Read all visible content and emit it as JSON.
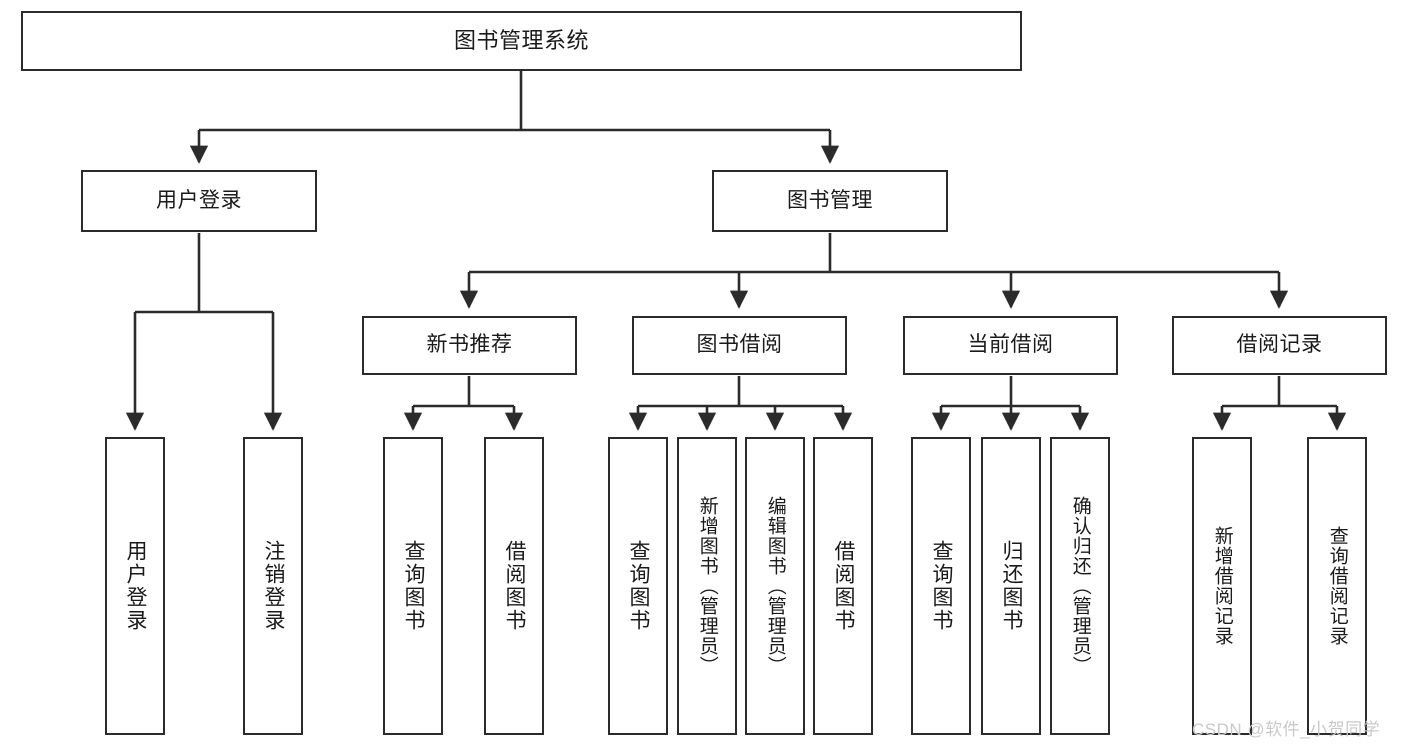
{
  "diagram": {
    "type": "tree",
    "title": "图书管理系统",
    "orientation": "top-down",
    "colors": {
      "box_border": "#2b2b2b",
      "box_fill": "#ffffff",
      "connector": "#2b2b2b",
      "text": "#1a1a1a",
      "watermark": "#c9c9c9",
      "background": "#ffffff"
    }
  },
  "nodes": {
    "root": {
      "label": "图书管理系统",
      "level": 1
    },
    "level2": [
      {
        "id": "user-login",
        "label": "用户登录"
      },
      {
        "id": "book-manage",
        "label": "图书管理"
      }
    ],
    "level3": [
      {
        "id": "new-book-recommend",
        "label": "新书推荐",
        "parent": "book-manage"
      },
      {
        "id": "book-borrow",
        "label": "图书借阅",
        "parent": "book-manage"
      },
      {
        "id": "current-borrow",
        "label": "当前借阅",
        "parent": "book-manage"
      },
      {
        "id": "borrow-record",
        "label": "借阅记录",
        "parent": "book-manage"
      }
    ],
    "leaves": [
      {
        "id": "leaf-user-login",
        "label": "用户登录",
        "parent": "user-login"
      },
      {
        "id": "leaf-logout",
        "label": "注销登录",
        "parent": "user-login"
      },
      {
        "id": "leaf-query-book-1",
        "label": "查询图书",
        "parent": "new-book-recommend"
      },
      {
        "id": "leaf-borrow-book-1",
        "label": "借阅图书",
        "parent": "new-book-recommend"
      },
      {
        "id": "leaf-query-book-2",
        "label": "查询图书",
        "parent": "book-borrow"
      },
      {
        "id": "leaf-add-book",
        "label": "新增图书（管理员）",
        "parent": "book-borrow"
      },
      {
        "id": "leaf-edit-book",
        "label": "编辑图书（管理员）",
        "parent": "book-borrow"
      },
      {
        "id": "leaf-borrow-book-2",
        "label": "借阅图书",
        "parent": "book-borrow"
      },
      {
        "id": "leaf-query-book-3",
        "label": "查询图书",
        "parent": "current-borrow"
      },
      {
        "id": "leaf-return-book",
        "label": "归还图书",
        "parent": "current-borrow"
      },
      {
        "id": "leaf-confirm-return",
        "label": "确认归还（管理员）",
        "parent": "current-borrow"
      },
      {
        "id": "leaf-add-record",
        "label": "新增借阅记录",
        "parent": "borrow-record"
      },
      {
        "id": "leaf-query-record",
        "label": "查询借阅记录",
        "parent": "borrow-record"
      }
    ]
  },
  "watermark": {
    "text": "CSDN @软件_小贺同学"
  }
}
